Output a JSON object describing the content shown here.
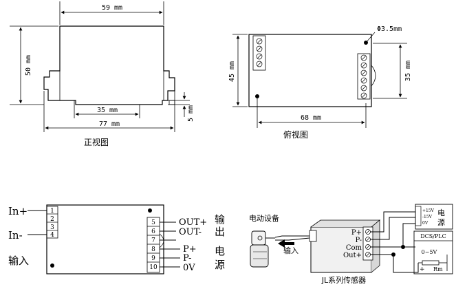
{
  "front_view": {
    "dim_width": "59 mm",
    "dim_height": "50 mm",
    "dim_rail": "35 mm",
    "dim_total": "77 mm",
    "dim_foot": "5 mm",
    "caption": "正视图"
  },
  "top_view": {
    "dim_hole": "Φ3.5mm",
    "dim_height": "45 mm",
    "dim_inner_height": "35 mm",
    "dim_width": "68 mm",
    "caption": "俯视图"
  },
  "wiring": {
    "in_plus": "In+",
    "in_minus": "In-",
    "input_label": "输入",
    "left_terminals": [
      "1",
      "2",
      "3",
      "4"
    ],
    "right_terminals": [
      "5",
      "6",
      "7",
      "8",
      "9",
      "10"
    ],
    "out_plus": "OUT+",
    "out_minus": "OUT-",
    "p_plus": "P+",
    "p_minus": "P-",
    "zero_v": "0V",
    "output_label_1": "输",
    "output_label_2": "出",
    "power_label_1": "电",
    "power_label_2": "源"
  },
  "connection": {
    "device_label": "电动设备",
    "input_label": "输入",
    "sensor_caption": "JL系列传感器",
    "terminals": [
      "P+",
      "P-",
      "Com",
      "Out+"
    ],
    "psu_lines": [
      "+15V",
      "-15V",
      "0V"
    ],
    "psu_title_1": "电",
    "psu_title_2": "源",
    "dcs_title": "DCS/PLC",
    "dcs_range": "0~5V",
    "dcs_plus": "+",
    "dcs_resistor": "Rm"
  }
}
